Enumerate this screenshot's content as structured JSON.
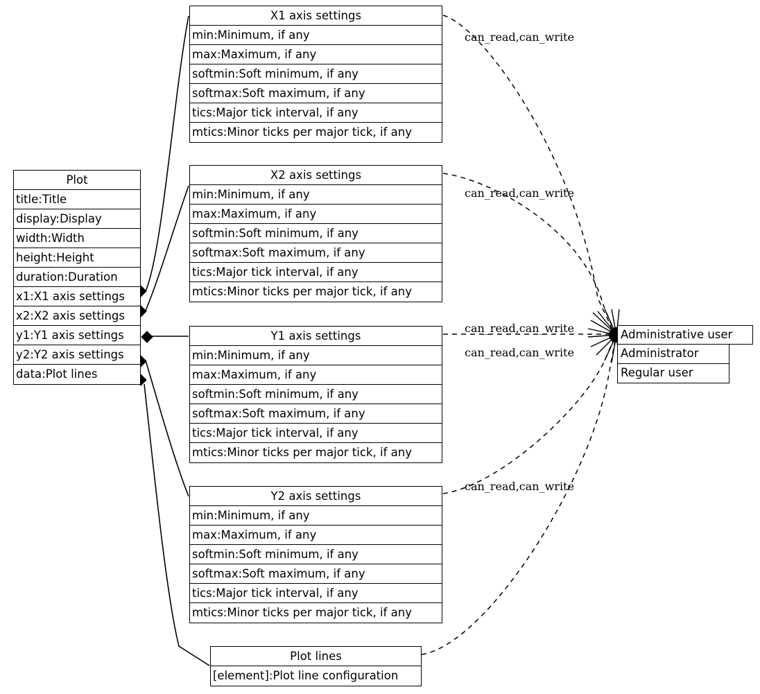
{
  "diagram": {
    "kind": "uml-class-diagram",
    "stroke_color": "#000000",
    "background_color": "#ffffff"
  },
  "plot_class": {
    "title": "Plot",
    "rows": [
      "title:Title",
      "display:Display",
      "width:Width",
      "height:Height",
      "duration:Duration",
      "x1:X1 axis settings",
      "x2:X2 axis settings",
      "y1:Y1 axis settings",
      "y2:Y2 axis settings",
      "data:Plot lines"
    ]
  },
  "x1_class": {
    "title": "X1 axis settings",
    "rows": [
      "min:Minimum, if any",
      "max:Maximum, if any",
      "softmin:Soft minimum, if any",
      "softmax:Soft maximum, if any",
      "tics:Major tick interval, if any",
      "mtics:Minor ticks per major tick, if any"
    ]
  },
  "x2_class": {
    "title": "X2 axis settings",
    "rows": [
      "min:Minimum, if any",
      "max:Maximum, if any",
      "softmin:Soft minimum, if any",
      "softmax:Soft maximum, if any",
      "tics:Major tick interval, if any",
      "mtics:Minor ticks per major tick, if any"
    ]
  },
  "y1_class": {
    "title": "Y1 axis settings",
    "rows": [
      "min:Minimum, if any",
      "max:Maximum, if any",
      "softmin:Soft minimum, if any",
      "softmax:Soft maximum, if any",
      "tics:Major tick interval, if any",
      "mtics:Minor ticks per major tick, if any"
    ]
  },
  "y2_class": {
    "title": "Y2 axis settings",
    "rows": [
      "min:Minimum, if any",
      "max:Maximum, if any",
      "softmin:Soft minimum, if any",
      "softmax:Soft maximum, if any",
      "tics:Major tick interval, if any",
      "mtics:Minor ticks per major tick, if any"
    ]
  },
  "plot_lines_class": {
    "title": "Plot lines",
    "rows": [
      "[element]:Plot line configuration"
    ]
  },
  "admin_user_class": {
    "title": "Administrative user",
    "rows": [
      "Administrator",
      "Regular user"
    ]
  },
  "edge_labels": [
    {
      "text": "can_read,can_write",
      "target": "x1"
    },
    {
      "text": "can_read,can_write",
      "target": "x2"
    },
    {
      "text": "can_read,can_write",
      "target": "y1"
    },
    {
      "text": "can_read,can_write",
      "target": "y2"
    },
    {
      "text": "can_read,can_write",
      "target": "plot-lines"
    }
  ]
}
